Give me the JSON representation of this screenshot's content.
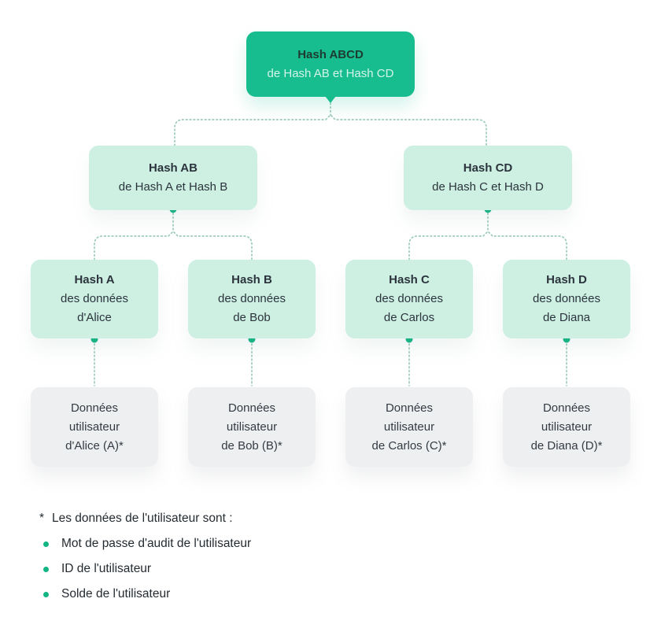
{
  "diagram_type": "merkle-tree",
  "colors": {
    "primary_green": "#17bd8e",
    "mint_box": "#cdf0e3",
    "gray_box": "#edeff1",
    "connector_line": "#9dcab9",
    "dot_green": "#13b483",
    "text_dark": "#2b343c",
    "root_subtitle_light": "#d5f4e9"
  },
  "nodes": {
    "root": {
      "title": "Hash ABCD",
      "subtitle": "de Hash AB et Hash CD"
    },
    "level2": [
      {
        "title": "Hash AB",
        "subtitle": "de Hash A et Hash B"
      },
      {
        "title": "Hash CD",
        "subtitle": "de Hash C et Hash D"
      }
    ],
    "level3": [
      {
        "title": "Hash A",
        "line1": "des données",
        "line2": "d'Alice"
      },
      {
        "title": "Hash B",
        "line1": "des données",
        "line2": "de Bob"
      },
      {
        "title": "Hash C",
        "line1": "des données",
        "line2": "de Carlos"
      },
      {
        "title": "Hash D",
        "line1": "des données",
        "line2": "de Diana"
      }
    ],
    "level4": [
      {
        "line1": "Données",
        "line2": "utilisateur",
        "line3": "d'Alice (A)*"
      },
      {
        "line1": "Données",
        "line2": "utilisateur",
        "line3": "de Bob (B)*"
      },
      {
        "line1": "Données",
        "line2": "utilisateur",
        "line3": "de Carlos (C)*"
      },
      {
        "line1": "Données",
        "line2": "utilisateur",
        "line3": "de Diana (D)*"
      }
    ]
  },
  "legend": {
    "marker": "*",
    "header": "Les données de l'utilisateur sont :",
    "items": [
      "Mot de passe d'audit de l'utilisateur",
      "ID de l'utilisateur",
      "Solde de l'utilisateur"
    ]
  }
}
